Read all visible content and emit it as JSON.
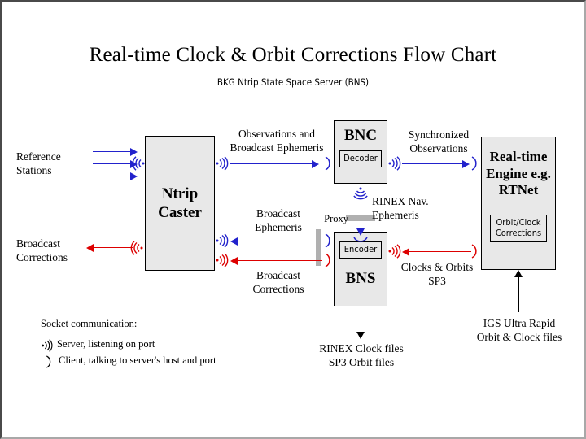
{
  "page": {
    "title": "Real-time Clock & Orbit Corrections Flow Chart",
    "subtitle": "BKG Ntrip State Space Server  (BNS)",
    "frame_color": "#4a4a4a"
  },
  "colors": {
    "blue": "#2222cc",
    "red": "#dd0000",
    "black": "#000000",
    "box_fill": "#e8e8e8",
    "proxy_bar": "#b0b0b0"
  },
  "nodes": {
    "ntrip_caster": {
      "label": "Ntrip\nCaster"
    },
    "bnc": {
      "label": "BNC",
      "inner_label": "Decoder"
    },
    "bns": {
      "label": "BNS",
      "inner_label": "Encoder"
    },
    "rt_engine": {
      "label": "Real-time\nEngine\ne.g. RTNet",
      "inner_label": "Orbit/Clock\nCorrections"
    },
    "proxy": {
      "label": "Proxy"
    }
  },
  "labels": {
    "reference_stations": "Reference\nStations",
    "broadcast_corrections_out": "Broadcast\nCorrections",
    "observations_and_broadcast_ephemeris": "Observations and\nBroadcast Ephemeris",
    "synchronized_observations": "Synchronized\nObservations",
    "rinex_nav_ephemeris": "RINEX Nav.\nEphemeris",
    "broadcast_ephemeris": "Broadcast\nEphemeris",
    "broadcast_corrections_in": "Broadcast\nCorrections",
    "clocks_and_orbits_sp3": "Clocks & Orbits\nSP3",
    "rinex_clock_sp3_files": "RINEX Clock files\nSP3 Orbit files",
    "igs_ultra_rapid": "IGS Ultra Rapid\nOrbit & Clock files"
  },
  "legend": {
    "heading": "Socket communication:",
    "items": [
      {
        "icon": "server-socket-icon",
        "text": "Server, listening on port"
      },
      {
        "icon": "client-socket-icon",
        "text": "Client, talking to server's host and port"
      }
    ]
  }
}
